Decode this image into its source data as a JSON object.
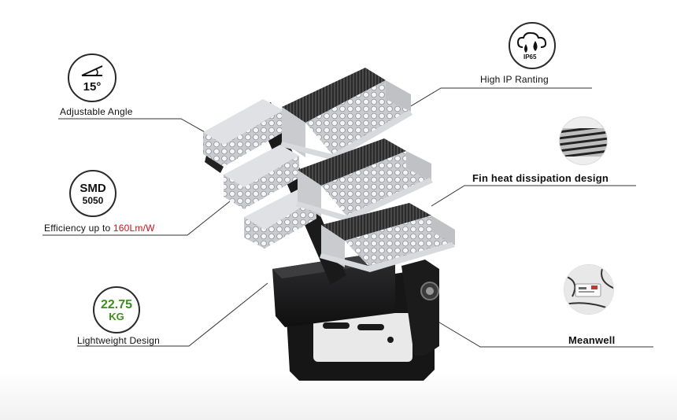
{
  "features": {
    "adjustable_angle": {
      "badge_value": "15°",
      "label": "Adjustable Angle"
    },
    "smd": {
      "badge_line1": "SMD",
      "badge_line2": "5050",
      "label_prefix": "Efficiency up to ",
      "label_highlight": "160Lm/W"
    },
    "weight": {
      "badge_line1": "22.75",
      "badge_line2": "KG",
      "label": "Lightweight Design"
    },
    "ip_rating": {
      "badge_text": "IP65",
      "label": "High IP Ranting"
    },
    "fin": {
      "label": "Fin heat dissipation design"
    },
    "driver": {
      "label": "Meanwell"
    }
  },
  "colors": {
    "highlight_red": "#c0141a",
    "weight_green": "#3c8f1e",
    "text": "#111111"
  },
  "icons": [
    "angle-icon",
    "cloud-rain-icon",
    "fin-photo",
    "driver-photo"
  ]
}
